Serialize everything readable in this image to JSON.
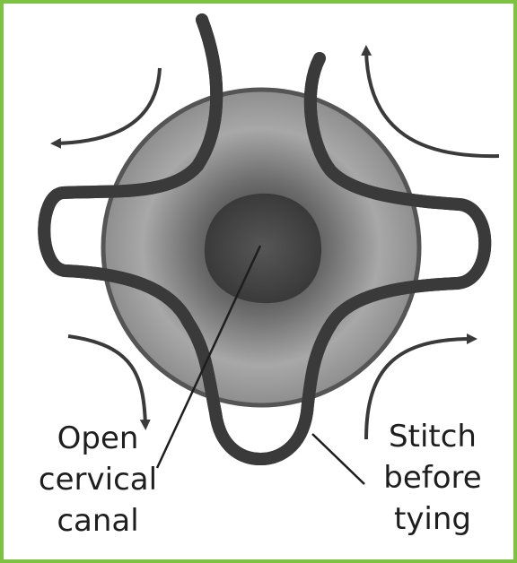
{
  "labels": {
    "canal": [
      "Open",
      "cervical",
      "canal"
    ],
    "stitch": [
      "Stitch",
      "before",
      "tying"
    ]
  },
  "colors": {
    "frame": "#7dc243",
    "cervix_outline": "#555555",
    "canal": "#444444",
    "suture": "#3a3a3a",
    "arrows": "#3a3a3a"
  }
}
